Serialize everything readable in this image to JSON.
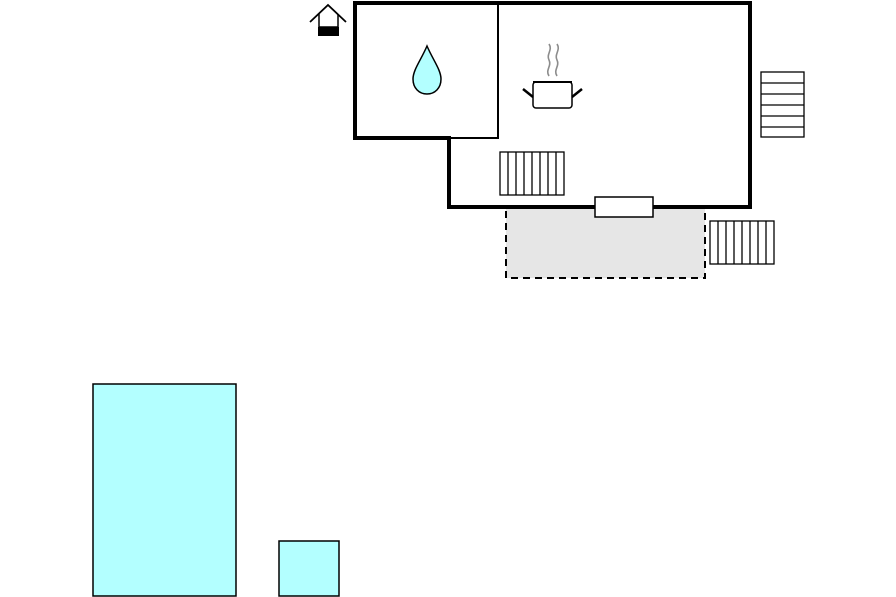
{
  "colors": {
    "background": "#ffffff",
    "wall": "#000000",
    "terrace_fill": "#e6e6e6",
    "water": "#b3ffff",
    "steam": "#8c8c8c",
    "stair_fill": "#ffffff"
  },
  "icons": {
    "house_entrance": "house-entrance-icon",
    "water_drop": "water-drop-icon",
    "cooking_pot": "cooking-pot-icon"
  },
  "features": [
    "house",
    "bathroom",
    "kitchen",
    "terrace",
    "stairs",
    "pool",
    "small-pool"
  ]
}
